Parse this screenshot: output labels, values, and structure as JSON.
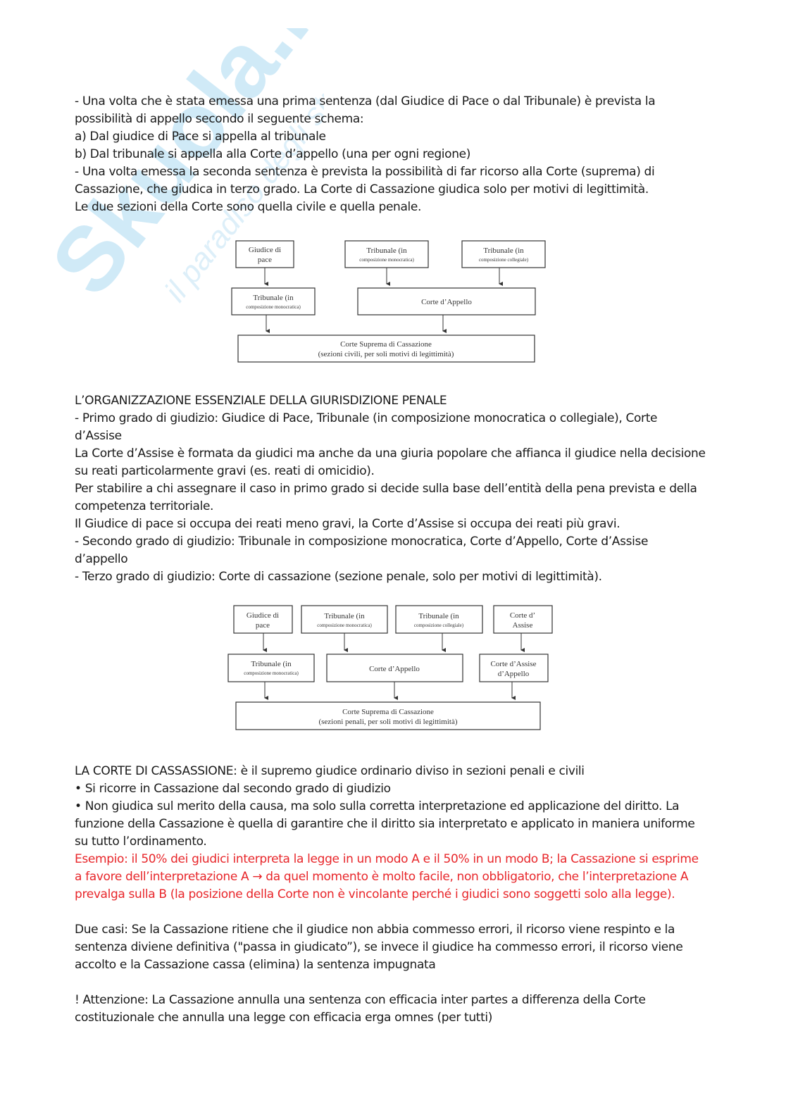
{
  "watermark": {
    "brand": "Skuola.net",
    "tagline": "il paradiso degli studenti"
  },
  "section1": {
    "paragraphs": [
      {
        "lines": [
          "- Una volta che è stata emessa una prima sentenza (dal Giudice di Pace o dal Tribunale) è prevista la",
          "possibilità di appello secondo il seguente schema:",
          "a) Dal giudice di Pace si appella al tribunale",
          "b) Dal tribunale si appella alla Corte d’appello (una per ogni regione)",
          "- Una volta emessa la seconda sentenza è prevista la possibilità di far ricorso alla Corte (suprema) di",
          "Cassazione, che giudica in terzo grado. La Corte di Cassazione giudica solo per motivi di legittimità.",
          "Le due sezioni della Corte sono quella civile e quella penale."
        ]
      }
    ]
  },
  "diagram1": {
    "nodes": {
      "giudice_pace": [
        "Giudice di",
        "pace"
      ],
      "trib_mono": [
        "Tribunale (in",
        "composizione monocratica)"
      ],
      "trib_coll": [
        "Tribunale (in",
        "composizione collegiale)"
      ],
      "trib_mono2": [
        "Tribunale (in",
        "composizione monocratica)"
      ],
      "corte_appello": [
        "Corte d’Appello"
      ],
      "cassazione": [
        "Corte Suprema di Cassazione",
        "(sezioni civili, per soli motivi di legittimità)"
      ]
    }
  },
  "section2": {
    "paragraphs": [
      {
        "lines": [
          "L’ORGANIZZAZIONE ESSENZIALE DELLA GIURISDIZIONE PENALE",
          "- Primo grado di giudizio: Giudice di Pace, Tribunale (in composizione monocratica o collegiale), Corte",
          "d’Assise",
          "La Corte d’Assise è formata da giudici ma anche da una giuria popolare che affianca il giudice nella decisione",
          "su reati particolarmente gravi (es. reati di omicidio).",
          "Per stabilire a chi assegnare il caso in primo grado si decide sulla base dell’entità della pena prevista e della",
          "competenza territoriale.",
          "Il Giudice di pace si occupa dei reati meno gravi, la Corte d’Assise si occupa dei reati più gravi.",
          "- Secondo grado di giudizio: Tribunale in composizione monocratica, Corte d’Appello, Corte d’Assise",
          "d’appello",
          "- Terzo grado di giudizio: Corte di cassazione (sezione penale, solo per motivi di legittimità)."
        ]
      }
    ]
  },
  "diagram2": {
    "nodes": {
      "giudice_pace": [
        "Giudice di",
        "pace"
      ],
      "trib_mono": [
        "Tribunale (in",
        "composizione monocratica)"
      ],
      "trib_coll": [
        "Tribunale (in",
        "composizione collegiale)"
      ],
      "corte_assise": [
        "Corte d’",
        "Assise"
      ],
      "trib_mono2": [
        "Tribunale (in",
        "composizione monocratica)"
      ],
      "corte_appello": [
        "Corte d’Appello"
      ],
      "assise_appello": [
        "Corte d’Assise",
        "d’Appello"
      ],
      "cassazione": [
        "Corte Suprema di Cassazione",
        "(sezioni penali, per soli motivi di legittimità)"
      ]
    }
  },
  "section3": {
    "intro_lines": [
      "LA CORTE DI CASSASSIONE: è il supremo giudice ordinario diviso in sezioni penali e civili",
      "• Si ricorre in Cassazione dal secondo grado di giudizio",
      "• Non giudica sul merito della causa, ma solo sulla corretta interpretazione ed applicazione del diritto. La",
      "funzione della Cassazione è quella di garantire che il diritto sia interpretato e applicato in maniera uniforme",
      "su tutto l’ordinamento."
    ],
    "example_lines": [
      "Esempio: il 50% dei giudici interpreta la legge in un modo A e il 50% in un modo B; la Cassazione si esprime",
      "a favore dell’interpretazione A → da quel momento è molto facile, non obbligatorio, che l’interpretazione A",
      "prevalga sulla B (la posizione della Corte non è vincolante perché i giudici sono soggetti solo alla legge)."
    ],
    "cases_lines": [
      "Due casi:  Se la Cassazione ritiene che il giudice non abbia commesso errori, il ricorso viene respinto e la",
      "sentenza diviene definitiva (\"passa in giudicato”), se invece il giudice ha commesso errori, il ricorso viene",
      "accolto e la Cassazione cassa (elimina) la sentenza impugnata"
    ],
    "attention_lines": [
      "! Attenzione: La Cassazione annulla una sentenza con efficacia inter partes a differenza della Corte",
      "costituzionale che annulla una legge con efficacia erga omnes (per tutti)"
    ]
  },
  "colors": {
    "text": "#1a1a1a",
    "example": "#e8262a",
    "watermark": "#9fd3ef"
  }
}
